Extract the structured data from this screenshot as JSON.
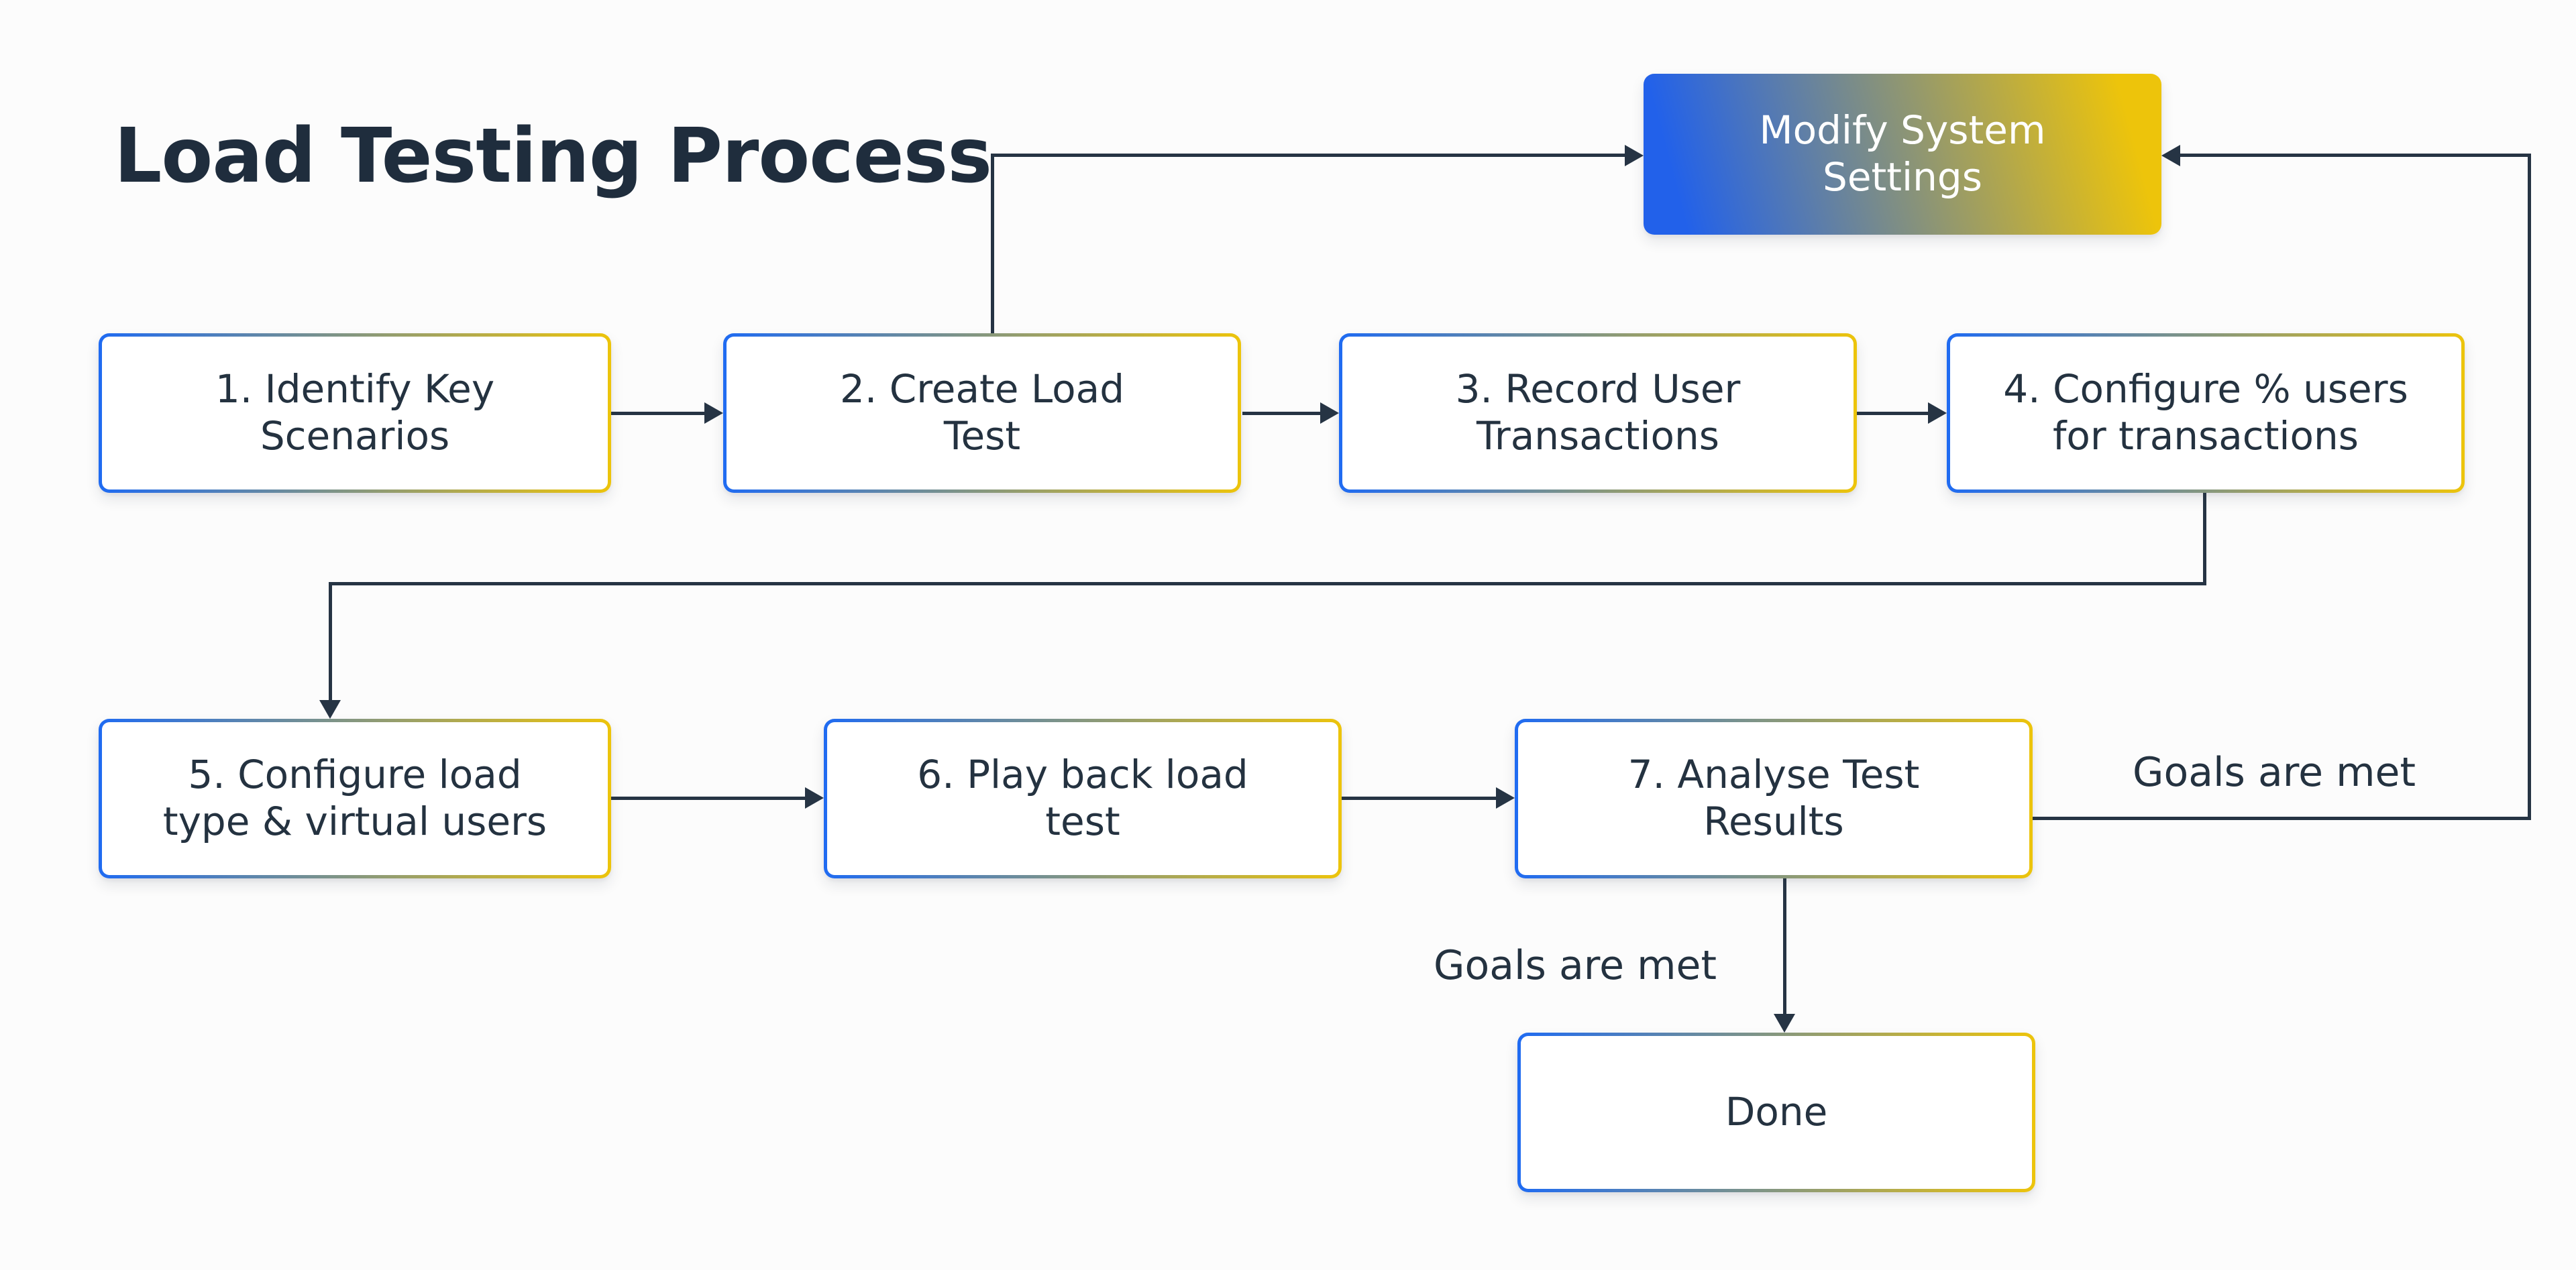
{
  "title": "Load Testing Process",
  "nodes": {
    "modify": {
      "label": "Modify System\nSettings",
      "type": "gradient"
    },
    "step1": {
      "label": "1. Identify Key\nScenarios",
      "type": "outline"
    },
    "step2": {
      "label": "2. Create Load\nTest",
      "type": "outline"
    },
    "step3": {
      "label": "3. Record User\nTransactions",
      "type": "outline"
    },
    "step4": {
      "label": "4. Configure % users\nfor transactions",
      "type": "outline"
    },
    "step5": {
      "label": "5. Configure load\ntype & virtual users",
      "type": "outline"
    },
    "step6": {
      "label": "6. Play back load\ntest",
      "type": "outline"
    },
    "step7": {
      "label": "7. Analyse Test\nResults",
      "type": "outline"
    },
    "done": {
      "label": "Done",
      "type": "outline"
    }
  },
  "labels": {
    "goals_right": "Goals are met",
    "goals_bottom": "Goals are met"
  },
  "edges": [
    {
      "from": "step1",
      "to": "step2"
    },
    {
      "from": "step2",
      "to": "step3"
    },
    {
      "from": "step3",
      "to": "step4"
    },
    {
      "from": "step4",
      "to": "step5"
    },
    {
      "from": "step5",
      "to": "step6"
    },
    {
      "from": "step6",
      "to": "step7"
    },
    {
      "from": "step2",
      "to": "modify"
    },
    {
      "from": "step7",
      "to": "modify",
      "label": "Goals are met"
    },
    {
      "from": "step7",
      "to": "done",
      "label": "Goals are met"
    }
  ],
  "colors": {
    "accent_blue": "#2261EA",
    "accent_yellow": "#EDC40B",
    "connector": "#263444",
    "text": "#243240",
    "title": "#1F2D3D",
    "node_fill": "#FFFFFF",
    "gradient_node_text": "#FFFFFF",
    "background": "#FCFCFC"
  }
}
